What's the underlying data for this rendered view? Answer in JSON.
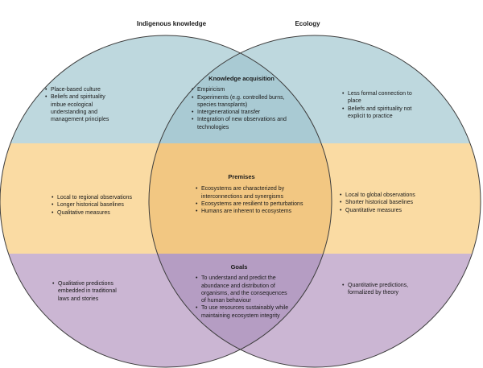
{
  "diagram": {
    "left_label": "Indigenous knowledge",
    "right_label": "Ecology",
    "colors": {
      "top_band": "#bed8de",
      "top_band_overlap": "#a9cad3",
      "mid_band": "#fadba3",
      "mid_band_overlap": "#f2c782",
      "bottom_band": "#cbb6d3",
      "bottom_band_overlap": "#b59dc3",
      "outline": "#3d3d3d"
    }
  },
  "regions": {
    "left_top": {
      "items": [
        "Place-based culture",
        "Beliefs and spirituality imbue ecological understanding and management principles"
      ]
    },
    "center_top": {
      "heading": "Knowledge acquisition",
      "items": [
        "Empiricism",
        "Experiments (e.g. controlled burns, species transplants)",
        "Intergenerational transfer",
        "Integration of new observations and technologies"
      ]
    },
    "right_top": {
      "items": [
        "Less formal connection to place",
        "Beliefs and spirituality not explicit to practice"
      ]
    },
    "left_mid": {
      "items": [
        "Local to regional observations",
        "Longer historical baselines",
        "Qualitative measures"
      ]
    },
    "center_mid": {
      "heading": "Premises",
      "items": [
        "Ecosystems are characterized by interconnections and synergisms",
        "Ecosystems are resilient to perturbations",
        "Humans are inherent to ecosystems"
      ]
    },
    "right_mid": {
      "items": [
        "Local to global observations",
        "Shorter historical baselines",
        "Quantitative measures"
      ]
    },
    "left_bottom": {
      "items": [
        "Qualitative predictions embedded in traditional laws and stories"
      ]
    },
    "center_bottom": {
      "heading": "Goals",
      "items": [
        "To understand and predict the abundance and distribution of organisms, and the consequences of human behaviour",
        "To use resources sustainably while maintaining ecosystem integrity"
      ]
    },
    "right_bottom": {
      "items": [
        "Quantitative predictions, formalized by theory"
      ]
    }
  }
}
